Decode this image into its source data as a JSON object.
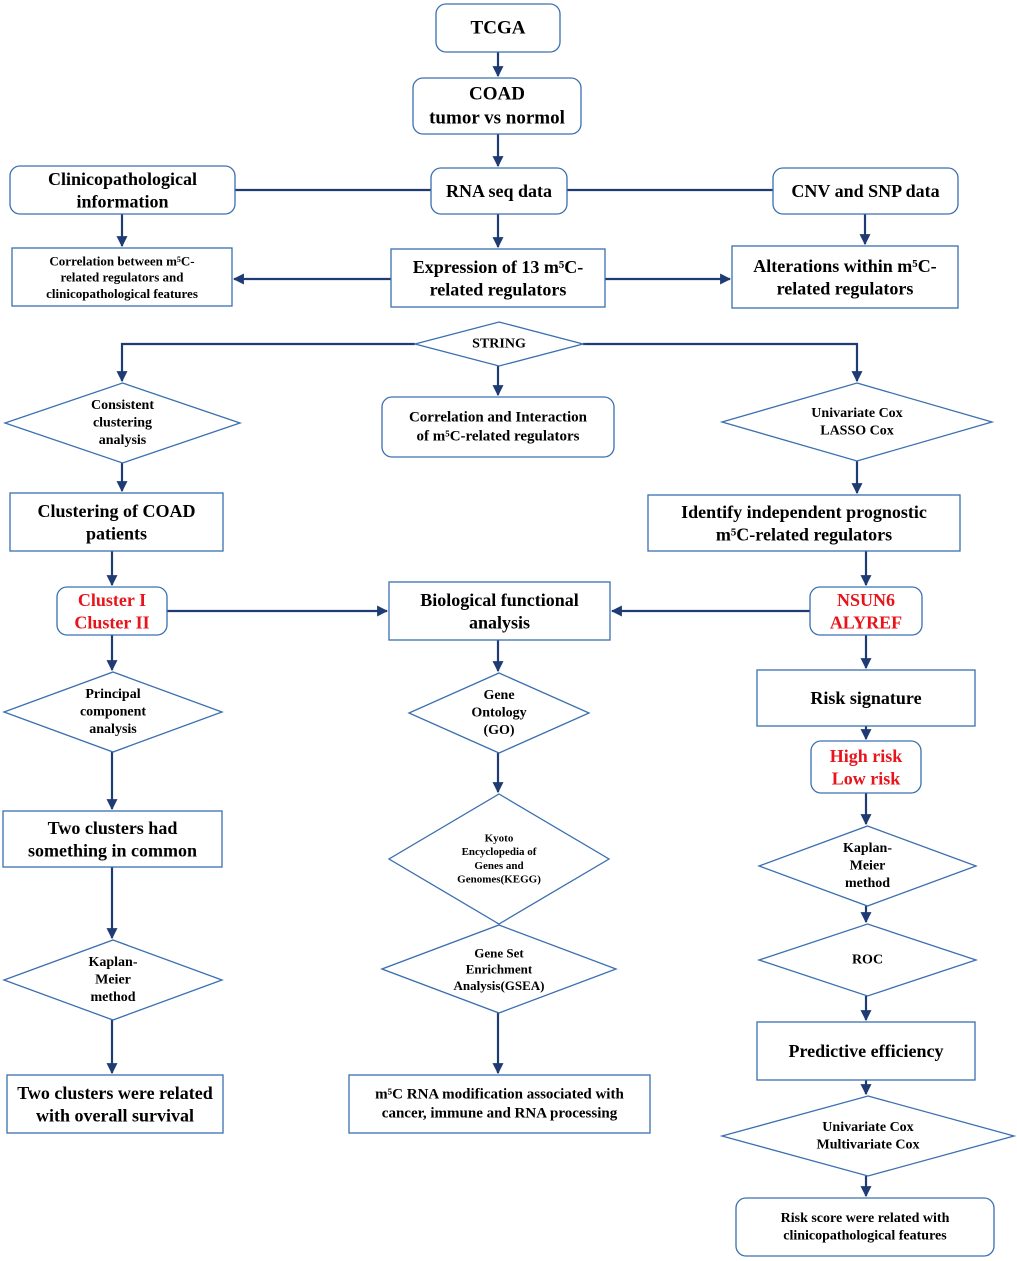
{
  "nodes": {
    "tcga": [
      "TCGA"
    ],
    "coad": [
      "COAD",
      "tumor vs normol"
    ],
    "clinico_info": [
      "Clinicopathological",
      "information"
    ],
    "rnaseq": [
      "RNA seq data"
    ],
    "cnv_snp": [
      "CNV and SNP data"
    ],
    "corr_clinico": [
      "Correlation between m⁵C-",
      "related regulators and",
      "clinicopathological features"
    ],
    "expression": [
      "Expression of 13 m⁵C-",
      "related regulators"
    ],
    "alterations": [
      "Alterations within m⁵C-",
      "related regulators"
    ],
    "string": [
      "STRING"
    ],
    "consistent_clustering": [
      "Consistent",
      "clustering",
      "analysis"
    ],
    "corr_interaction": [
      "Correlation and Interaction",
      "of m⁵C-related regulators"
    ],
    "univariate_lasso": [
      "Univariate Cox",
      "LASSO Cox"
    ],
    "clustering_coad": [
      "Clustering of COAD",
      "patients"
    ],
    "identify_prognostic": [
      "Identify  independent prognostic",
      "m⁵C-related regulators"
    ],
    "clusters": [
      "Cluster I",
      "Cluster II"
    ],
    "bio_functional": [
      "Biological functional",
      "analysis"
    ],
    "nsun6_alyref": [
      "NSUN6",
      "ALYREF"
    ],
    "pca": [
      "Principal",
      "component",
      "analysis"
    ],
    "gene_ontology": [
      "Gene",
      "Ontology",
      "(GO)"
    ],
    "risk_signature": [
      "Risk signature"
    ],
    "high_low_risk": [
      "High risk",
      "Low risk"
    ],
    "two_clusters_common": [
      "Two clusters had",
      "something in common"
    ],
    "kegg": [
      "Kyoto",
      "Encyclopedia of",
      "Genes and",
      "Genomes(KEGG)"
    ],
    "km_right": [
      "Kaplan-",
      "Meier",
      "method"
    ],
    "roc": [
      "ROC"
    ],
    "km_left": [
      "Kaplan-",
      "Meier",
      "method"
    ],
    "gsea": [
      "Gene Set",
      "Enrichment",
      "Analysis(GSEA)"
    ],
    "predictive_efficiency": [
      "Predictive efficiency"
    ],
    "two_clusters_survival": [
      "Two clusters were related",
      "with overall survival"
    ],
    "m5c_modification": [
      "m⁵C RNA modification associated with",
      "cancer, immune and RNA processing"
    ],
    "uni_multi_cox": [
      "Univariate Cox",
      "Multivariate Cox"
    ],
    "risk_score": [
      "Risk score  were related with",
      "clinicopathological features"
    ]
  },
  "colors": {
    "border": "#3a6fb0",
    "arrow": "#1f3b73",
    "highlight": "#e8141b",
    "text": "#000000"
  }
}
